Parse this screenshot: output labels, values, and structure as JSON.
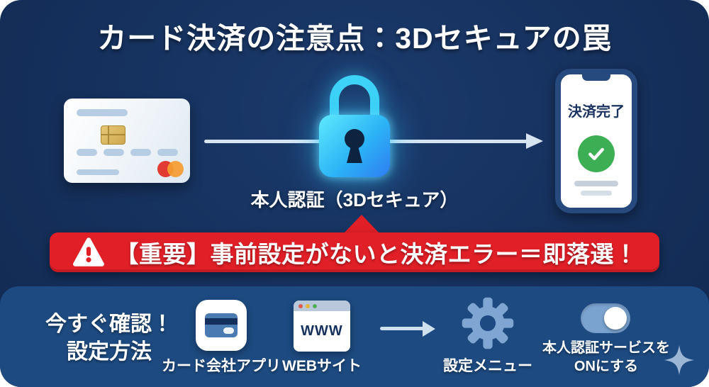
{
  "title": "カード決済の注意点：3Dセキュアの罠",
  "flow": {
    "lock_label": "本人認証（3Dセキュア）",
    "phone_status": "決済完了"
  },
  "warning_banner": {
    "text": "【重要】事前設定がないと決済エラー＝即落選！"
  },
  "setup_section": {
    "heading_line1": "今すぐ確認！",
    "heading_line2": "設定方法",
    "steps": [
      {
        "label": "カード会社アプリ"
      },
      {
        "label": "WEBサイト",
        "browser_text": "WWW"
      },
      {
        "label": "設定メニュー"
      },
      {
        "label_line1": "本人認証サービスを",
        "label_line2": "ONにする"
      }
    ]
  },
  "colors": {
    "background_navy": "#15305c",
    "panel_blue": "#1d4a80",
    "alert_red": "#e11f27",
    "lock_cyan": "#3ed2f7",
    "success_green": "#3cae54",
    "arrow_light": "#d6e4f2"
  }
}
